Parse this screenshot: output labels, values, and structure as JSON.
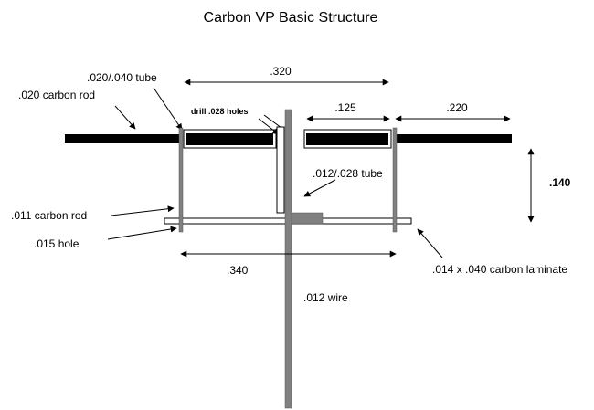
{
  "title": "Carbon VP Basic Structure",
  "labels": {
    "dim_320": ".320",
    "tube_020_040": ".020/.040 tube",
    "carbon_rod_020": ".020 carbon rod",
    "drill_holes": "drill .028 holes",
    "dim_125": ".125",
    "dim_220": ".220",
    "tube_012_028": ".012/.028 tube",
    "dim_140": ".140",
    "carbon_rod_011": ".011 carbon rod",
    "hole_015": ".015 hole",
    "dim_340": ".340",
    "laminate": ".014 x .040 carbon laminate",
    "wire_012": ".012 wire"
  },
  "colors": {
    "rod": "#000000",
    "wire": "#808080",
    "block": "#808080",
    "outline": "#000000",
    "background": "#ffffff"
  }
}
